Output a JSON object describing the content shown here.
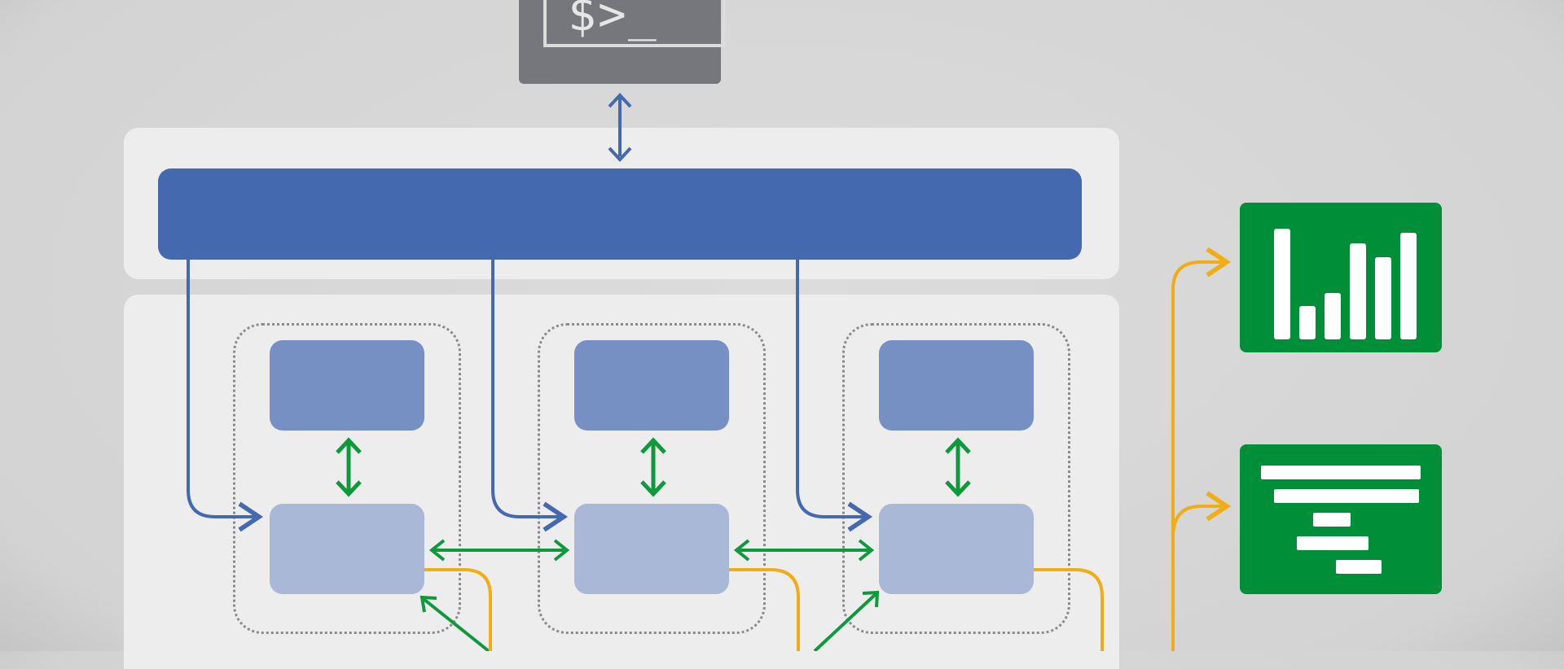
{
  "terminal": {
    "prompt_text": "$>_",
    "icon": "terminal-icon"
  },
  "bus": {
    "label": ""
  },
  "groups": [
    {
      "id": "group-1"
    },
    {
      "id": "group-2"
    },
    {
      "id": "group-3"
    }
  ],
  "outputs": [
    {
      "icon": "bar-chart-icon"
    },
    {
      "icon": "gantt-chart-icon"
    }
  ],
  "colors": {
    "background": "#d6d6d6",
    "panel": "#ededed",
    "bus": "#4469af",
    "top_box": "#7790c4",
    "bottom_box": "#a9b8d6",
    "terminal": "#76777c",
    "output_card": "#008f39",
    "connector_blue": "#4469af",
    "connector_green": "#0e9a3c",
    "connector_orange": "#f0ad16"
  }
}
